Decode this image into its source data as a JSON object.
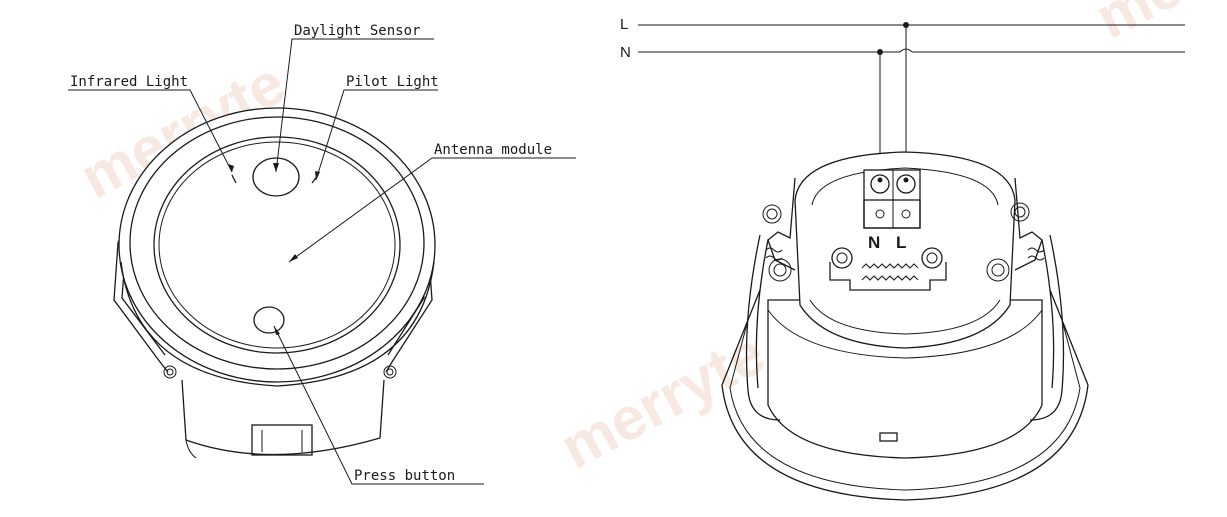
{
  "sensor_labels": {
    "infrared_light": "Infrared Light",
    "daylight_sensor": "Daylight Sensor",
    "pilot_light": "Pilot Light",
    "antenna_module": "Antenna module",
    "press_button": "Press button"
  },
  "wiring": {
    "line_label": "L",
    "neutral_label": "N",
    "terminal_labels": [
      "N",
      "L"
    ]
  },
  "watermark": {
    "text": "merryte"
  }
}
